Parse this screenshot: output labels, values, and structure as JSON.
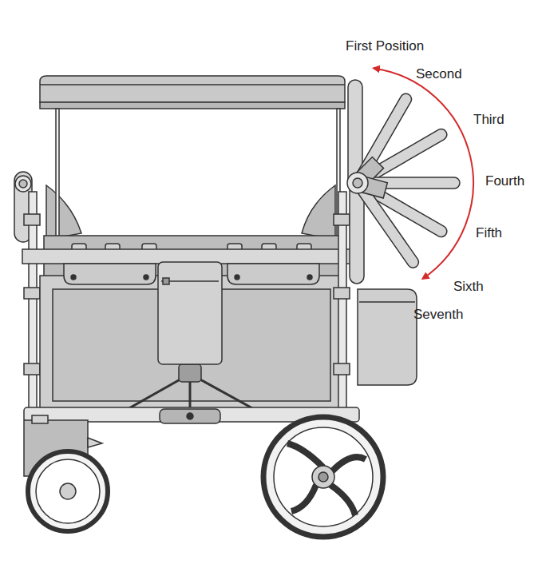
{
  "diagram": {
    "labels": [
      "First Position",
      "Second",
      "Third",
      "Fourth",
      "Fifth",
      "Sixth",
      "Seventh"
    ]
  }
}
